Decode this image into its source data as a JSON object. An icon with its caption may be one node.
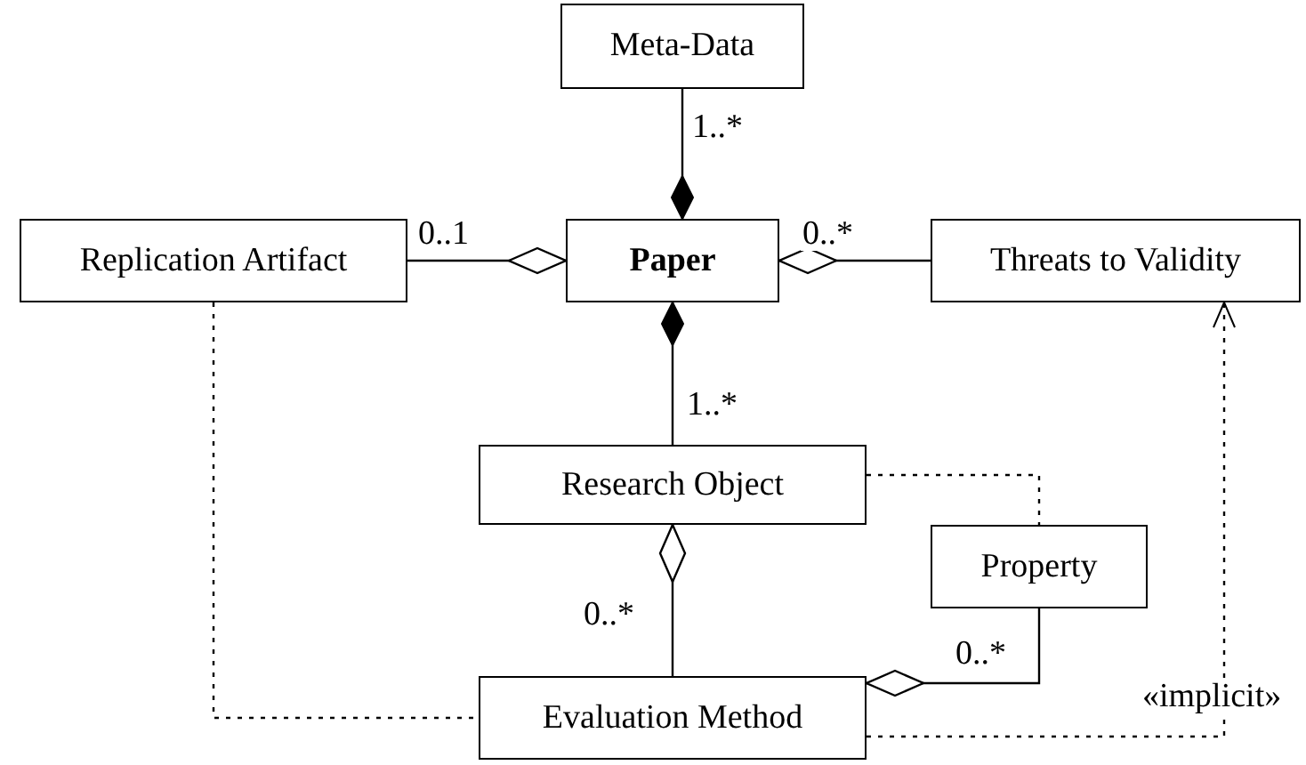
{
  "diagram": {
    "nodes": [
      {
        "text": [
          "Meta-Data"
        ]
      },
      {
        "text": [
          "Replication Artifact"
        ]
      },
      {
        "text": [
          "Paper"
        ]
      },
      {
        "text": [
          "Threats to Validity"
        ]
      },
      {
        "text": [
          "Research Object"
        ]
      },
      {
        "text": [
          "Property"
        ]
      },
      {
        "text": [
          "Evaluation Method"
        ]
      }
    ],
    "edges": [
      {
        "from": 0,
        "to": 2,
        "arrow": "other",
        "label": "1..*"
      },
      {
        "from": 1,
        "to": 2,
        "arrow": "other",
        "label": "0..1"
      },
      {
        "from": 3,
        "to": 2,
        "arrow": "other",
        "label": "0..*"
      },
      {
        "from": 4,
        "to": 2,
        "arrow": "other",
        "label": "1..*"
      },
      {
        "from": 6,
        "to": 4,
        "arrow": "other",
        "label": "0..*"
      },
      {
        "from": 5,
        "to": 6,
        "arrow": "other",
        "label": "0..*"
      },
      {
        "from": 1,
        "to": 6,
        "arrow": "none",
        "style": "dashed"
      },
      {
        "from": 4,
        "to": 5,
        "arrow": "none",
        "style": "dashed"
      },
      {
        "from": 6,
        "to": 3,
        "arrow": "to",
        "style": "dashed",
        "label": "«implicit»"
      }
    ]
  }
}
